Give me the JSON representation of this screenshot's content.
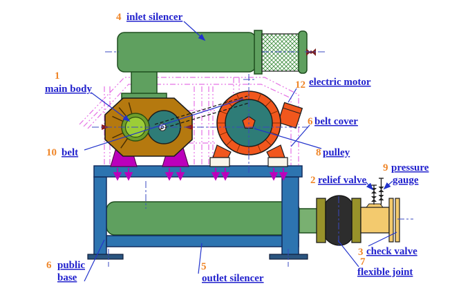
{
  "diagram": {
    "description": "Roots blower package sectional arrangement diagram with numbered part callouts",
    "labels": {
      "inlet_silencer": {
        "num": "4",
        "text": "inlet silencer"
      },
      "main_body": {
        "num": "1",
        "text": "main body"
      },
      "electric_motor": {
        "num": "12",
        "text": "electric motor"
      },
      "belt_cover": {
        "num": "6",
        "text": "belt cover"
      },
      "pulley": {
        "num": "8",
        "text": "pulley"
      },
      "belt": {
        "num": "10",
        "text": "belt"
      },
      "relief_valve": {
        "num": "2",
        "text": "relief valve"
      },
      "pressure_gauge": {
        "num": "9",
        "line1": "pressure",
        "line2": "gauge"
      },
      "check_valve": {
        "num": "3",
        "text": "check valve"
      },
      "flexible_joint": {
        "num": "7",
        "text": "flexible joint"
      },
      "outlet_silencer": {
        "num": "5",
        "text": "outlet silencer"
      },
      "public_base": {
        "num": "6",
        "line1": "public",
        "line2": "base"
      }
    },
    "colors": {
      "label_text": "#2121cd",
      "label_number": "#ef8629",
      "silencer_green": "#5fa05f",
      "frame_blue": "#2d74b0",
      "blower_body_ochre": "#b5790f",
      "motor_orange": "#f1571d",
      "impeller_teal": "#2e7c77",
      "hub_green": "#9ccd37",
      "foot_magenta": "#bb00bb",
      "cover_line_pink": "#e570e5",
      "pipe_yellow": "#f3ca6e",
      "flange_olive": "#98922a",
      "bellows_black": "#2d2d2d",
      "centerline_blue": "#3a49c0"
    }
  }
}
